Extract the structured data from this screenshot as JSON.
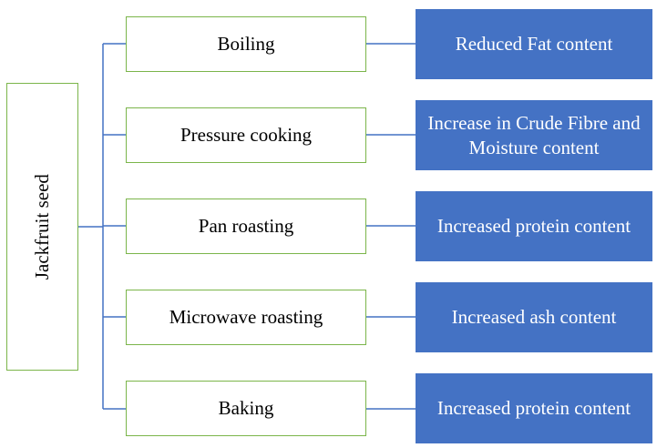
{
  "diagram": {
    "root": "Jackfruit seed",
    "methods": [
      {
        "label": "Boiling",
        "effect": "Reduced Fat content"
      },
      {
        "label": "Pressure cooking",
        "effect": "Increase in Crude Fibre and Moisture content"
      },
      {
        "label": "Pan roasting",
        "effect": "Increased protein content"
      },
      {
        "label": "Microwave roasting",
        "effect": "Increased ash content"
      },
      {
        "label": "Baking",
        "effect": "Increased protein content"
      }
    ],
    "colors": {
      "method_border": "#7bb54a",
      "effect_fill": "#4472c4",
      "connector": "#4472c4"
    }
  }
}
